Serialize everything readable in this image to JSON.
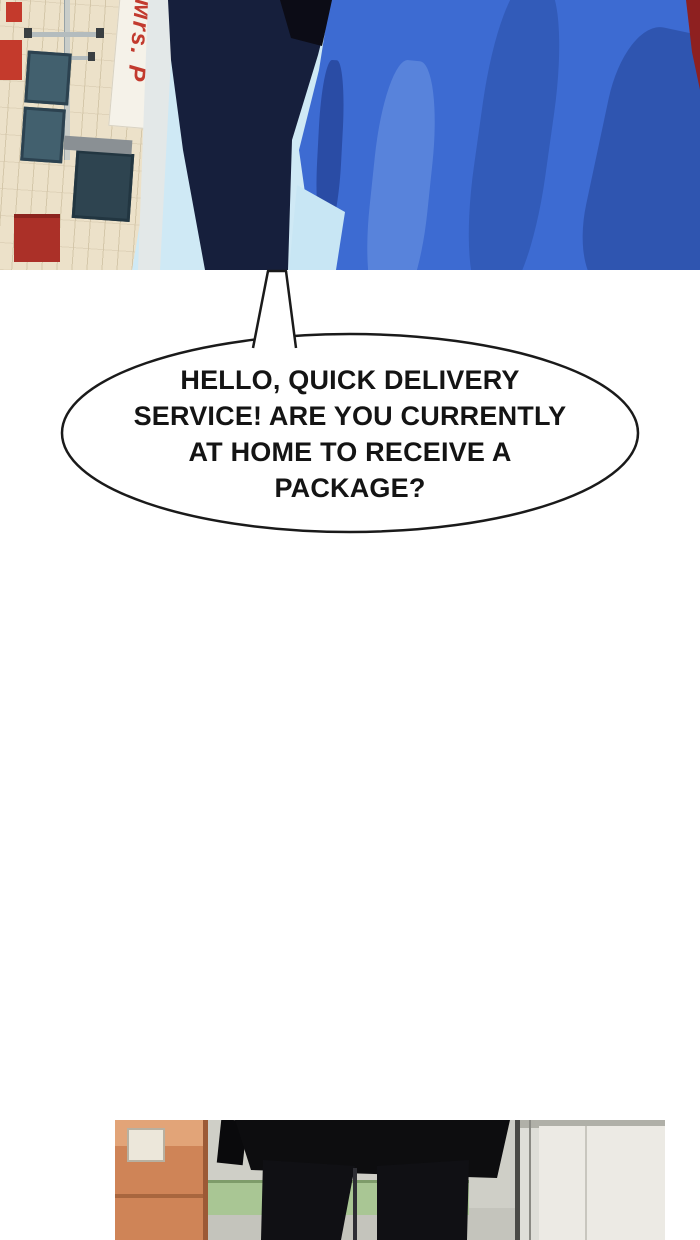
{
  "comic": {
    "speech_bubble": {
      "lines": [
        "HELLO, QUICK DELIVERY",
        "SERVICE! ARE YOU CURRENTLY",
        "AT HOME TO RECEIVE A",
        "PACKAGE?"
      ]
    },
    "top_panel": {
      "building_sign_text": "Mrs. P",
      "colors": {
        "sky": "#cfe9f5",
        "building_facade": "#ece1c9",
        "window": "#42606e",
        "sign_text": "#c23a2e",
        "red_sign": "#ab3028",
        "jacket_blue": "#3d6bd2",
        "arm_navy": "#161f3c",
        "strap_black": "#0c0c16",
        "red_sliver": "#8e2020"
      }
    },
    "bottom_panel": {
      "colors": {
        "pavement": "#c4c4bc",
        "orange_wall": "#cf8457",
        "green_ledge": "#a9c694",
        "door_wall": "#deded8",
        "pants_black": "#101014"
      }
    }
  }
}
